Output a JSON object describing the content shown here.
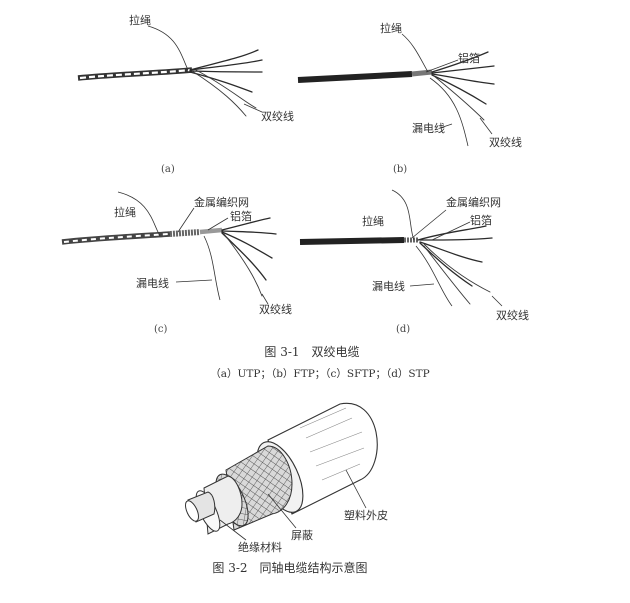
{
  "figure1": {
    "panels": [
      {
        "id": "a",
        "label": "(a)",
        "callouts": {
          "drain_pull": "拉绳",
          "twisted_pair": "双绞线"
        }
      },
      {
        "id": "b",
        "label": "(b)",
        "callouts": {
          "drain_pull": "拉绳",
          "foil": "铝箔",
          "drain_wire": "漏电线",
          "twisted_pair": "双绞线"
        }
      },
      {
        "id": "c",
        "label": "(c)",
        "callouts": {
          "drain_pull": "拉绳",
          "braid": "金属编织网",
          "foil": "铝箔",
          "drain_wire": "漏电线",
          "twisted_pair": "双绞线"
        }
      },
      {
        "id": "d",
        "label": "(d)",
        "callouts": {
          "drain_pull": "拉绳",
          "braid": "金属编织网",
          "foil": "铝箔",
          "drain_wire": "漏电线",
          "twisted_pair": "双绞线"
        }
      }
    ],
    "caption": "图 3-1　双绞电缆",
    "subcaption": "（a）UTP；（b）FTP；（c）SFTP；（d）STP"
  },
  "figure2": {
    "callouts": {
      "insulation": "绝缘材料",
      "shield": "屏蔽",
      "jacket": "塑料外皮"
    },
    "caption": "图 3-2　同轴电缆结构示意图"
  }
}
